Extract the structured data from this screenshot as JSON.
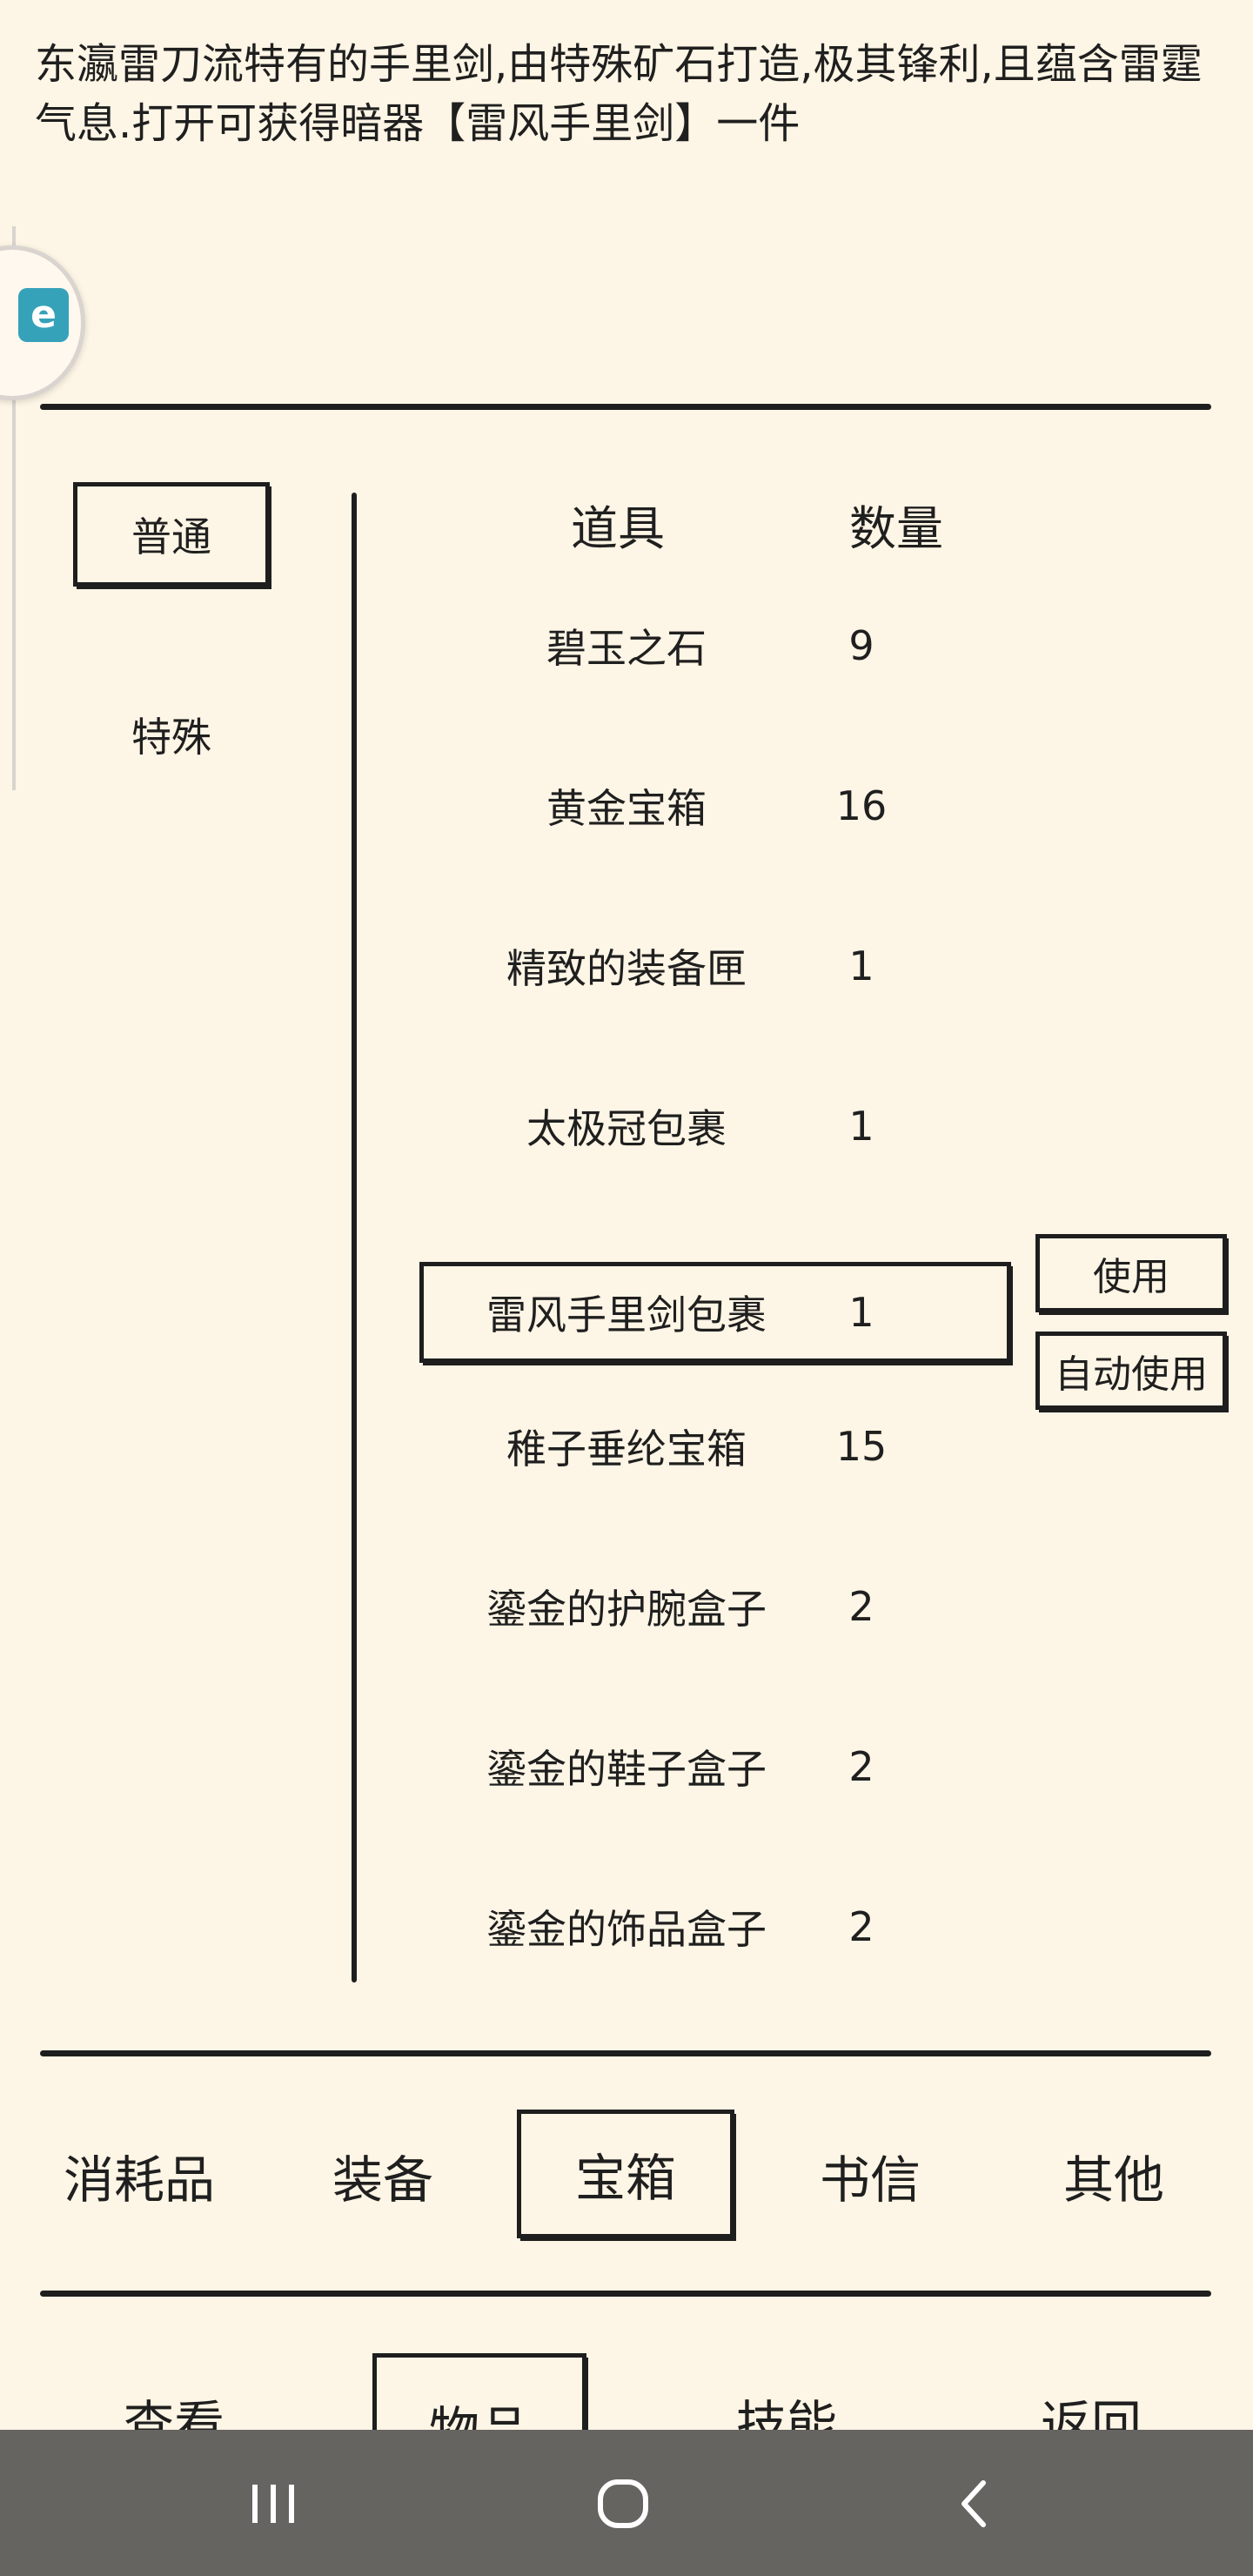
{
  "description": "东瀛雷刀流特有的手里剑,由特殊矿石打造,极其锋利,且蕴含雷霆气息.打开可获得暗器【雷风手里剑】一件",
  "float_badge_glyph": "e",
  "sub_tabs": [
    {
      "label": "普通",
      "selected": true
    },
    {
      "label": "特殊",
      "selected": false
    }
  ],
  "table": {
    "headers": {
      "item": "道具",
      "qty": "数量"
    },
    "rows": [
      {
        "name": "碧玉之石",
        "qty": "9"
      },
      {
        "name": "黄金宝箱",
        "qty": "16"
      },
      {
        "name": "精致的装备匣",
        "qty": "1"
      },
      {
        "name": "太极冠包裹",
        "qty": "1"
      },
      {
        "name": "雷风手里剑包裹",
        "qty": "1"
      },
      {
        "name": "稚子垂纶宝箱",
        "qty": "15"
      },
      {
        "name": "鎏金的护腕盒子",
        "qty": "2"
      },
      {
        "name": "鎏金的鞋子盒子",
        "qty": "2"
      },
      {
        "name": "鎏金的饰品盒子",
        "qty": "2"
      }
    ],
    "selected_index": 4
  },
  "item_actions": {
    "use": "使用",
    "auto_use": "自动使用"
  },
  "category_tabs": [
    {
      "label": "消耗品",
      "selected": false
    },
    {
      "label": "装备",
      "selected": false
    },
    {
      "label": "宝箱",
      "selected": true
    },
    {
      "label": "书信",
      "selected": false
    },
    {
      "label": "其他",
      "selected": false
    }
  ],
  "nav_tabs": [
    {
      "label": "查看",
      "selected": false
    },
    {
      "label": "物品",
      "selected": true
    },
    {
      "label": "技能",
      "selected": false
    },
    {
      "label": "返回",
      "selected": false
    }
  ],
  "colors": {
    "background": "#fdf5e5",
    "ink": "#1e1e1e",
    "system_bar": "#666461",
    "badge_accent": "#36a2ba"
  },
  "icons": {
    "recents": "recent-apps-icon",
    "home": "home-icon",
    "back": "back-icon"
  }
}
